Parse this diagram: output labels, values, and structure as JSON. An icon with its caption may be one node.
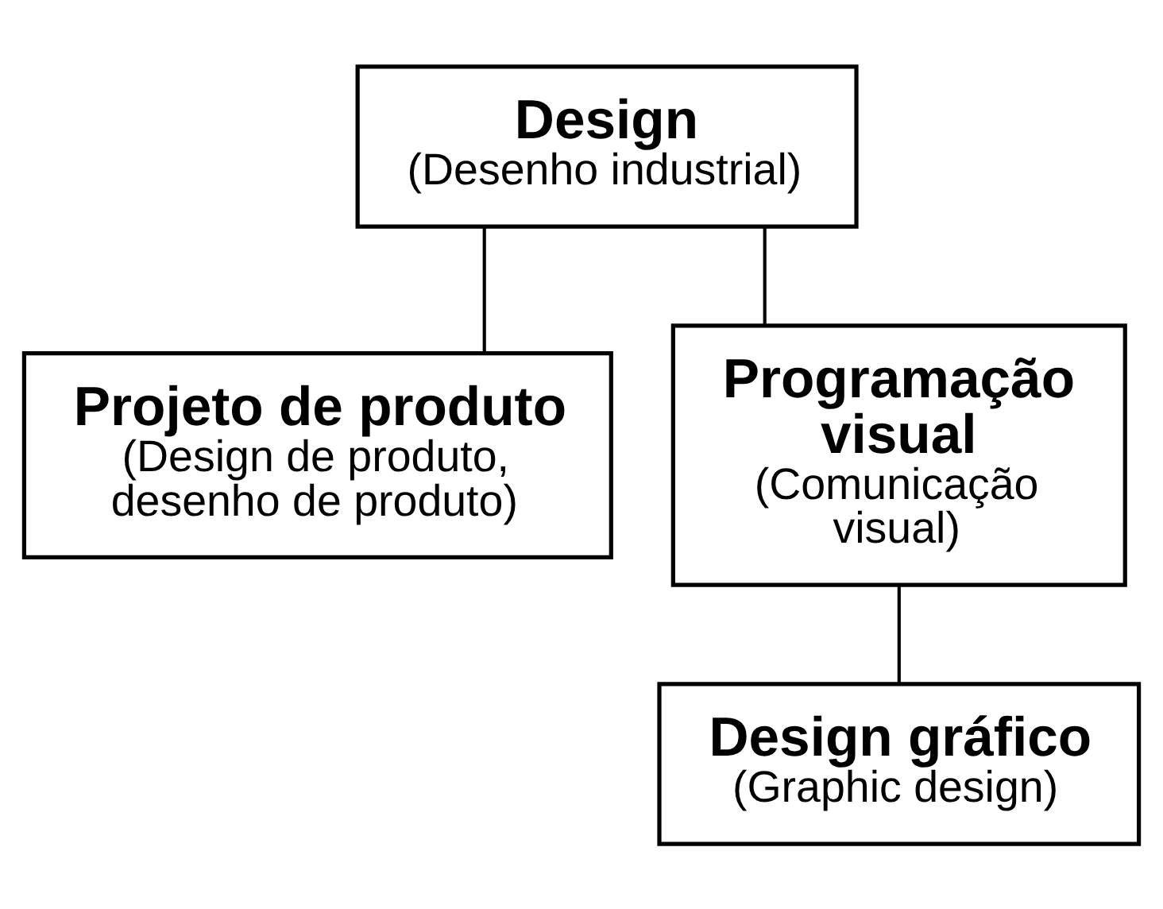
{
  "diagram": {
    "nodes": [
      {
        "text": [
          "Design",
          "(Desenho industrial)"
        ]
      },
      {
        "text": [
          "Projeto de produto",
          "(Design de produto, desenho de produto)"
        ]
      },
      {
        "text": [
          "Programação visual",
          "(Comunicação visual)"
        ]
      },
      {
        "text": [
          "Design gráfico",
          "(Graphic design)"
        ]
      }
    ],
    "edges": [
      {
        "from": 0,
        "to": 1,
        "arrow": "none"
      },
      {
        "from": 0,
        "to": 2,
        "arrow": "none"
      },
      {
        "from": 2,
        "to": 3,
        "arrow": "none"
      }
    ]
  }
}
